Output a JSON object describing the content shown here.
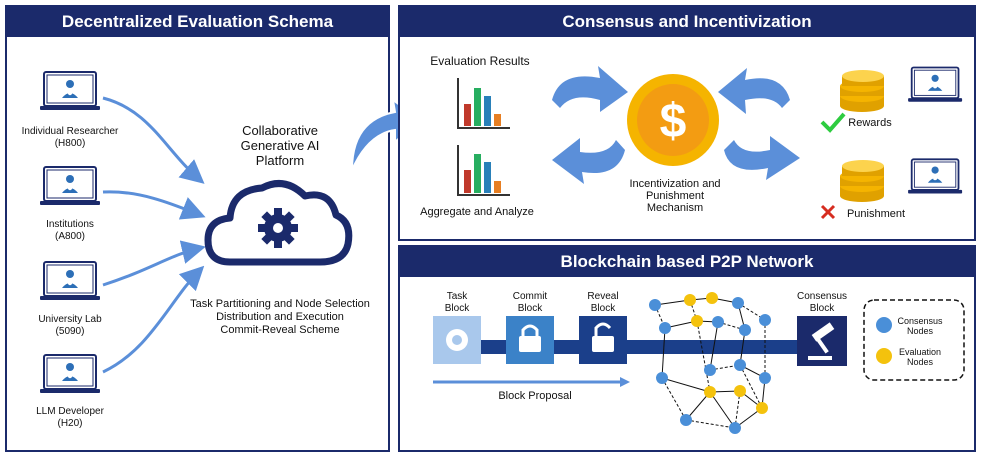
{
  "left": {
    "title": "Decentralized Evaluation Schema",
    "participants": [
      {
        "name": "Individual Researcher",
        "hw": "(H800)"
      },
      {
        "name": "Institutions",
        "hw": "(A800)"
      },
      {
        "name": "University Lab",
        "hw": "(5090)"
      },
      {
        "name": "LLM Developer",
        "hw": "(H20)"
      }
    ],
    "platform_l1": "Collaborative",
    "platform_l2": "Generative AI",
    "platform_l3": "Platform",
    "steps_l1": "Task Partitioning and Node Selection",
    "steps_l2": "Distribution and Execution",
    "steps_l3": "Commit-Reveal Scheme"
  },
  "right_top": {
    "title": "Consensus and Incentivization",
    "eval_results": "Evaluation Results",
    "aggregate": "Aggregate and Analyze",
    "mech_l1": "Incentivization and",
    "mech_l2": "Punishment",
    "mech_l3": "Mechanism",
    "rewards": "Rewards",
    "punishment": "Punishment"
  },
  "right_bottom": {
    "title": "Blockchain based P2P Network",
    "task_l1": "Task",
    "task_l2": "Block",
    "commit_l1": "Commit",
    "commit_l2": "Block",
    "reveal_l1": "Reveal",
    "reveal_l2": "Block",
    "consensus_l1": "Consensus",
    "consensus_l2": "Block",
    "proposal": "Block Proposal",
    "legend_consensus_l1": "Consensus",
    "legend_consensus_l2": "Nodes",
    "legend_eval_l1": "Evaluation",
    "legend_eval_l2": "Nodes"
  },
  "colors": {
    "navy": "#1b2a6b",
    "arrow": "#5b8fd9",
    "node_blue": "#4a8fd8",
    "node_yellow": "#f4c20d",
    "coin": "#f5b400"
  }
}
